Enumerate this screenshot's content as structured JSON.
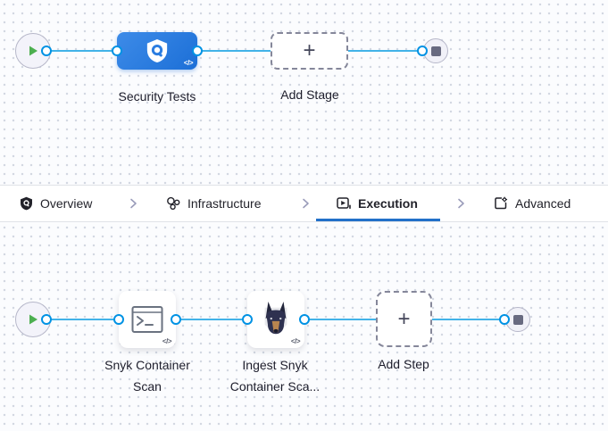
{
  "stage_pipeline": {
    "stage_label": "Security Tests",
    "add_stage_label": "Add Stage",
    "plus": "+",
    "code_badge": "</>",
    "start_icon": "play-icon",
    "end_icon": "stop-icon",
    "stage_icon": "security-shield-icon"
  },
  "tab_bar": {
    "active_tab": "Execution",
    "tabs": [
      {
        "label": "Overview",
        "icon": "shield-icon"
      },
      {
        "label": "Infrastructure",
        "icon": "cluster-icon"
      },
      {
        "label": "Execution",
        "icon": "execution-play-icon"
      },
      {
        "label": "Advanced",
        "icon": "advanced-gear-icon"
      }
    ]
  },
  "execution_pipeline": {
    "steps": [
      {
        "label": "Snyk Container Scan",
        "icon": "terminal-icon",
        "code_badge": "</>"
      },
      {
        "label": "Ingest Snyk Container Sca...",
        "icon": "snyk-dog-icon",
        "code_badge": "</>"
      }
    ],
    "add_step_label": "Add Step",
    "plus": "+",
    "start_icon": "play-icon",
    "end_icon": "stop-icon"
  },
  "colors": {
    "connector_blue": "#42b3e8",
    "port_blue": "#0092e4",
    "stage_gradient_start": "#3d8be8",
    "stage_gradient_end": "#1c6fd7",
    "active_tab_underline": "#2270c9",
    "play_green": "#4caf50",
    "canvas_bg": "#fbfcfe"
  }
}
